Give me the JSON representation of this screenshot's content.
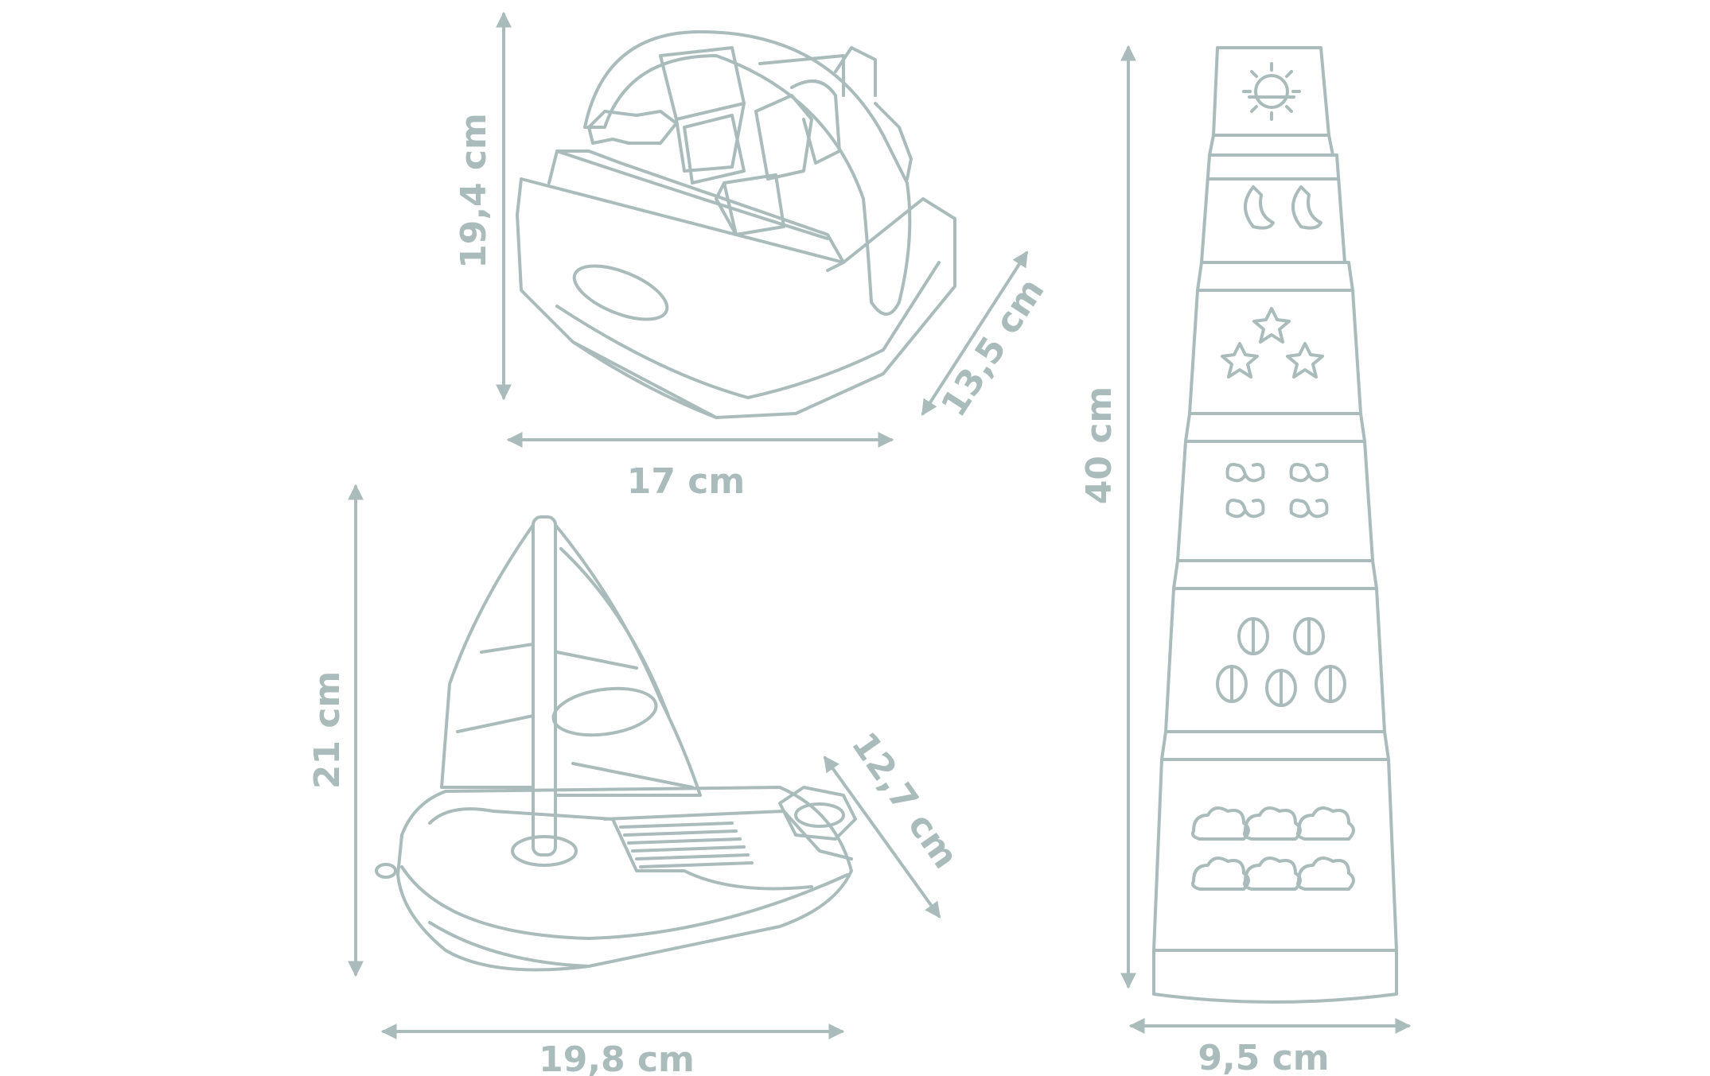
{
  "colors": {
    "line": "#a9bbbb",
    "text": "#a9bbbb",
    "background": "#ffffff"
  },
  "shape_sorter": {
    "height_label": "19,4 cm",
    "width_label": "17 cm",
    "depth_label": "13,5 cm"
  },
  "sailboat": {
    "height_label": "21 cm",
    "width_label": "19,8 cm",
    "depth_label": "12,7 cm"
  },
  "stacking_tower": {
    "height_label": "40 cm",
    "width_label": "9,5 cm",
    "cup_icons": [
      "sun-icon",
      "moon-icon",
      "star-icon",
      "butterfly-icon",
      "ladybug-icon",
      "cloud-icon"
    ]
  }
}
